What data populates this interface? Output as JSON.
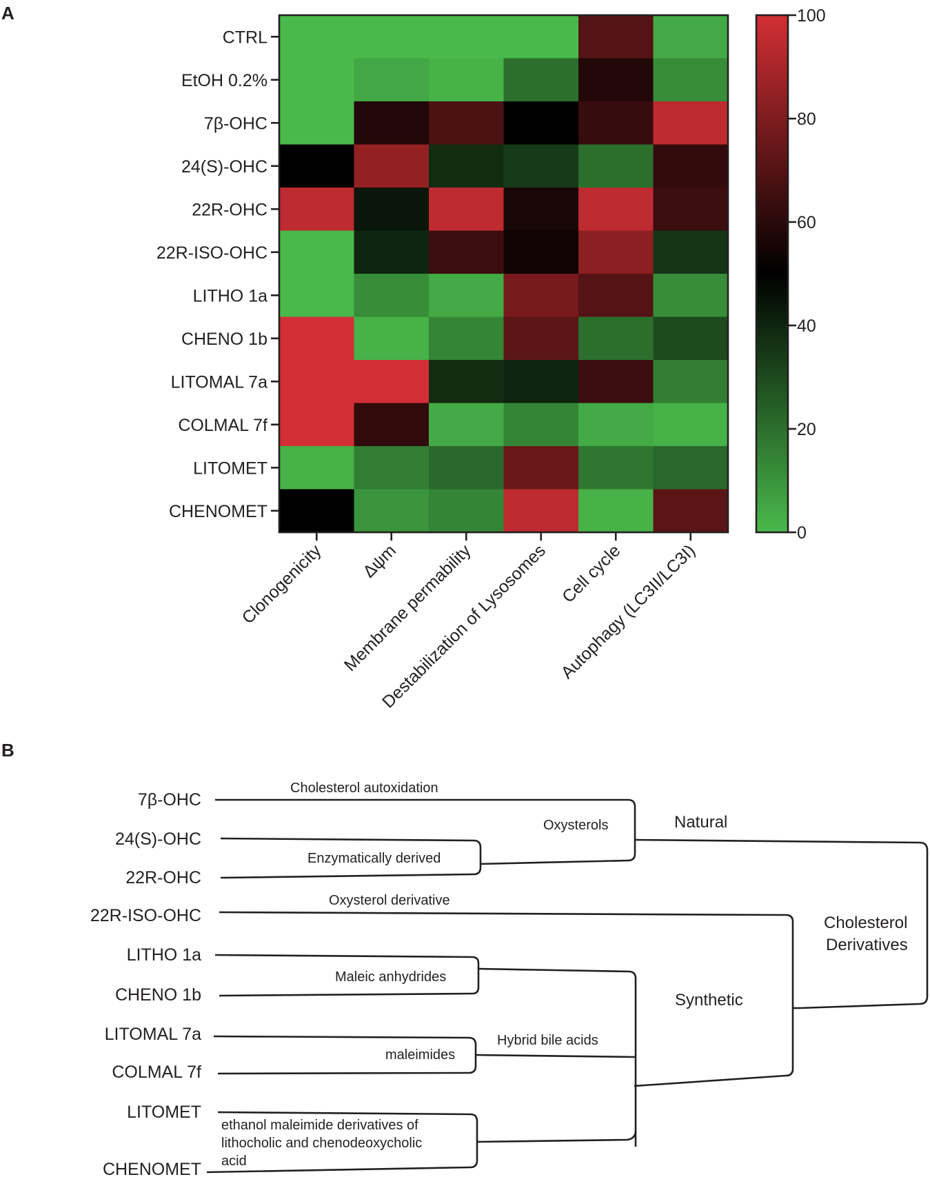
{
  "panels": {
    "a": "A",
    "b": "B"
  },
  "chart_data": {
    "type": "heatmap",
    "rows": [
      "CTRL",
      "EtOH 0.2%",
      "7β-OHC",
      "24(S)-OHC",
      "22R-OHC",
      "22R-ISO-OHC",
      "LITHO 1a",
      "CHENO 1b",
      "LITOMAL 7a",
      "COLMAL 7f",
      "LITOMET",
      "CHENOMET"
    ],
    "columns": [
      "Clonogenicity",
      "Δψm",
      "Membrane permability",
      "Destabilization of Lysosomes",
      "Cell cycle",
      "Autophagy (LC3II/LC3I)"
    ],
    "values": [
      [
        0,
        0,
        0,
        0,
        70,
        4
      ],
      [
        0,
        5,
        2,
        20,
        58,
        12
      ],
      [
        0,
        58,
        68,
        50,
        63,
        95
      ],
      [
        50,
        85,
        38,
        34,
        20,
        62
      ],
      [
        95,
        44,
        95,
        56,
        95,
        64
      ],
      [
        0,
        40,
        64,
        54,
        83,
        36
      ],
      [
        0,
        12,
        4,
        78,
        70,
        12
      ],
      [
        100,
        2,
        14,
        72,
        20,
        30
      ],
      [
        100,
        100,
        38,
        40,
        64,
        16
      ],
      [
        100,
        62,
        4,
        14,
        4,
        2
      ],
      [
        2,
        16,
        22,
        75,
        18,
        22
      ],
      [
        50,
        10,
        14,
        95,
        2,
        72
      ]
    ],
    "colorbar": {
      "min": 0,
      "max": 100,
      "ticks": [
        "0",
        "20",
        "40",
        "60",
        "80",
        "100"
      ],
      "colors": [
        "#49b94b",
        "#000000",
        "#d22f34"
      ]
    }
  },
  "dendrogram": {
    "leaves": [
      "7β-OHC",
      "24(S)-OHC",
      "22R-OHC",
      "22R-ISO-OHC",
      "LITHO 1a",
      "CHENO 1b",
      "LITOMAL 7a",
      "COLMAL 7f",
      "LITOMET",
      "CHENOMET"
    ],
    "labels": {
      "cholesterol_autoxidation": "Cholesterol autoxidation",
      "enzymatically_derived": "Enzymatically derived",
      "oxysterols": "Oxysterols",
      "natural": "Natural",
      "oxysterol_derivative": "Oxysterol derivative",
      "maleic_anhydrides": "Maleic anhydrides",
      "maleimides": "maleimides",
      "hybrid_bile_acids": "Hybrid bile acids",
      "synthetic": "Synthetic",
      "cholesterol_derivatives_line1": "Cholesterol",
      "cholesterol_derivatives_line2": "Derivatives",
      "ethanol_line1": "ethanol maleimide derivatives of",
      "ethanol_line2": "lithocholic and chenodeoxycholic",
      "ethanol_line3": "acid"
    }
  }
}
